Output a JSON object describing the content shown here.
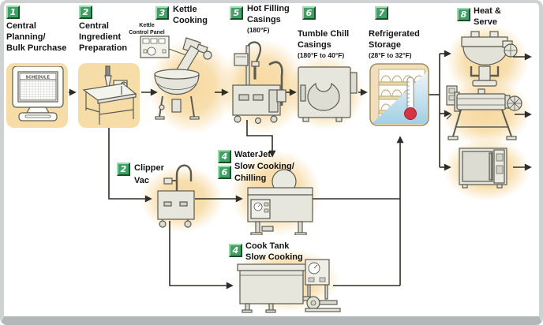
{
  "diagram_name": "food-processing-flow",
  "colors": {
    "badge_green": "#42a066",
    "glow_orange": "#f6d79b",
    "panel_tan": "#f6dca6",
    "arrow_black": "#2e2e28",
    "cold_blue": "#a2cfe4",
    "thermometer_red": "#d43444"
  },
  "screen": {
    "monitor_text": "SCHEDULE"
  },
  "steps": {
    "planning": {
      "badge": "1",
      "lines": [
        "Central",
        "Planning/",
        "Bulk Purchase"
      ]
    },
    "prep": {
      "badge": "2",
      "lines": [
        "Central",
        "Ingredient",
        "Preparation"
      ]
    },
    "kettle": {
      "badge": "3",
      "lines": [
        "Kettle",
        "Cooking"
      ],
      "panel_label": [
        "Kettle",
        "Control Panel"
      ]
    },
    "hot_filling": {
      "badge": "5",
      "lines": [
        "Hot Filling",
        "Casings"
      ],
      "temp": "(180°F)"
    },
    "tumble_chill": {
      "badge": "6",
      "lines": [
        "Tumble Chill",
        "Casings"
      ],
      "temp": "(180°F to 40°F)"
    },
    "storage": {
      "badge": "7",
      "lines": [
        "Refrigerated",
        "Storage"
      ],
      "temp": "(28°F to 32°F)"
    },
    "heat_serve": {
      "badge": "8",
      "lines": [
        "Heat &",
        "Serve"
      ]
    },
    "clipper_vac": {
      "badge": "2",
      "lines": [
        "Clipper",
        "Vac"
      ]
    },
    "waterjet": {
      "badge_a": "4",
      "badge_b": "6",
      "lines": [
        "WaterJet",
        "Slow Cooking/",
        "Chilling"
      ]
    },
    "cook_tank": {
      "badge": "4",
      "lines": [
        "Cook Tank",
        "Slow Cooking"
      ]
    }
  }
}
